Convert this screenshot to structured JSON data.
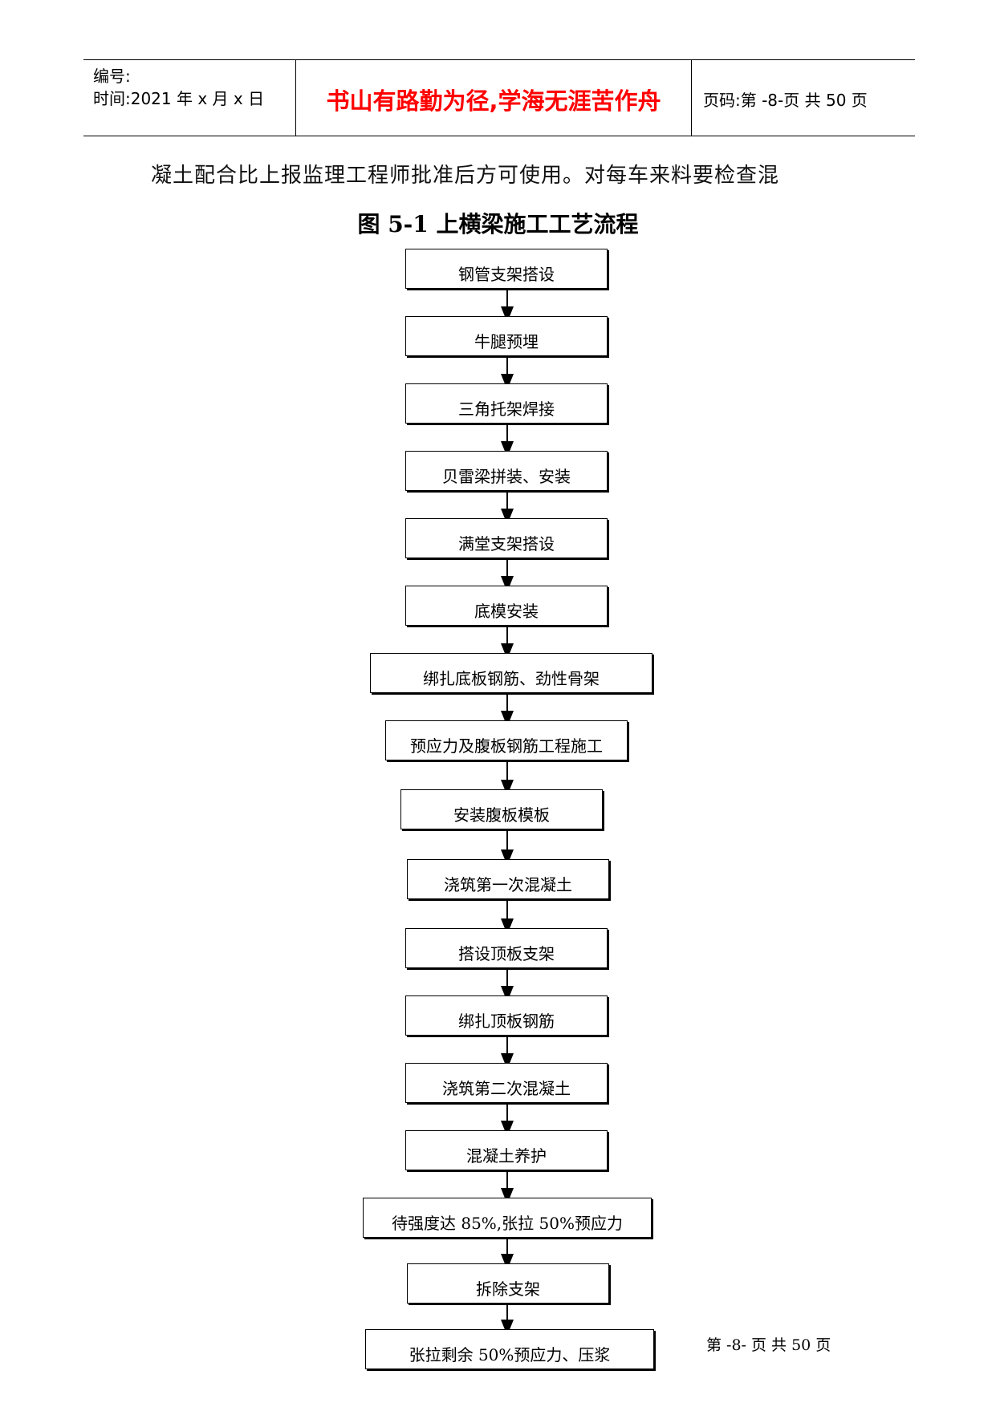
{
  "header": {
    "number_label": "编号:",
    "time_label": "时间:2021 年 x 月 x 日",
    "motto": "书山有路勤为径,学海无涯苦作舟",
    "page_info": "页码:第 -8-页  共 50 页"
  },
  "body_text": "凝土配合比上报监理工程师批准后方可使用。对每车来料要检查混",
  "figure_title": "图 5-1  上横梁施工工艺流程",
  "flow_steps": [
    "钢管支架搭设",
    "牛腿预埋",
    "三角托架焊接",
    "贝雷梁拼装、安装",
    "满堂支架搭设",
    "底模安装",
    "绑扎底板钢筋、劲性骨架",
    "预应力及腹板钢筋工程施工",
    "安装腹板模板",
    "浇筑第一次混凝土",
    "搭设顶板支架",
    "绑扎顶板钢筋",
    "浇筑第二次混凝土",
    "混凝土养护",
    "待强度达 85%,张拉 50%预应力",
    "拆除支架",
    "张拉剩余 50%预应力、压浆"
  ],
  "footer": "第 -8- 页  共 50 页"
}
